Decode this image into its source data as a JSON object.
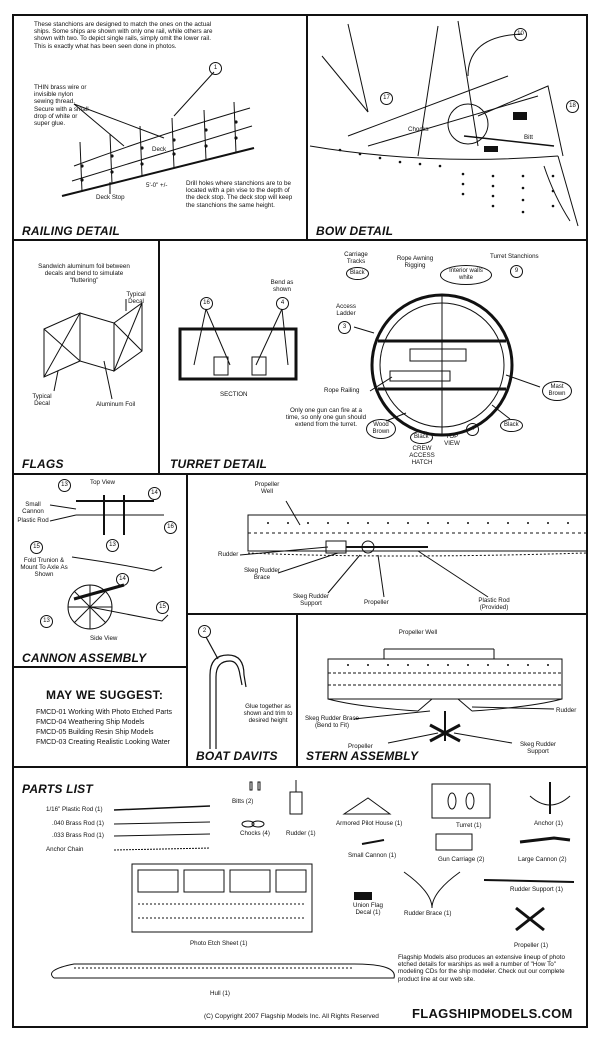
{
  "panels": {
    "railing": {
      "title": "RAILING  DETAIL",
      "intro": "These stanchions are designed to match the ones on the actual ships.  Some ships are shown with only one rail, while others are shown with two.  To depict single rails, simply omit the lower rail.  This is exactly what has been seen done in photos.",
      "thin_note": "THIN brass wire or invisible nylon sewing thread. Secure with a small drop of white or super glue.",
      "deck": "Deck",
      "deck_stop": "Deck Stop",
      "dimension": "5'-0\" +/-",
      "drill_note": "Drill holes where stanchions are to be located with a pin vise to the depth of the deck stop.  The deck stop will keep the stanchions the same height.",
      "callout": "1"
    },
    "bow": {
      "title": "BOW DETAIL",
      "chocks": "Chocks",
      "bitt": "Bitt",
      "callouts": [
        "10",
        "17",
        "18"
      ]
    },
    "flags": {
      "title": "FLAGS",
      "note": "Sandwich aluminum foil between decals and bend to simulate \"fluttering\"",
      "typical_decal_1": "Typical Decal",
      "typical_decal_2": "Typical Decal",
      "foil": "Aluminum Foil"
    },
    "turret": {
      "title": "TURRET DETAIL",
      "bend": "Bend as shown",
      "section": "SECTION",
      "carriage": "Carriage Tracks",
      "rope_awning": "Rope Awning Rigging",
      "interior": "Interior walls white",
      "stanchions": "Turret Stanchions",
      "access_ladder": "Access Ladder",
      "rope_railing": "Rope Railing",
      "mast": "Mast Brown",
      "wood": "Wood Brown",
      "black_1": "Black",
      "black_2": "Black",
      "black_3": "Black",
      "gun_note": "Only one gun can fire at a time, so only one gun should extend from the turret.",
      "top_view": "TOP VIEW",
      "crew_hatch": "CREW ACCESS HATCH",
      "callouts": [
        "16",
        "4",
        "3",
        "9",
        "4"
      ]
    },
    "cannon": {
      "title": "CANNON ASSEMBLY",
      "top_view": "Top View",
      "small_cannon": "Small Cannon",
      "plastic_rod": "Plastic Rod",
      "fold_note": "Fold Trunion & Mount To Axle As Shown",
      "side_view": "Side View",
      "callouts": [
        "13",
        "14",
        "16",
        "13",
        "15",
        "14",
        "13",
        "15"
      ]
    },
    "stern_top": {
      "propeller_well": "Propeller Well",
      "rudder": "Rudder",
      "skeg_brace": "Skeg Rudder Brace",
      "skeg_support": "Skeg Rudder Support",
      "propeller": "Propeller",
      "plastic_rod": "Plastic Rod (Provided)"
    },
    "suggest": {
      "title": "MAY WE SUGGEST:",
      "items": [
        "FMCD-01  Working With Photo Etched Parts",
        "FMCD-04  Weathering Ship Models",
        "FMCD-05  Building Resin Ship Models",
        "FMCD-03  Creating Realistic Looking Water"
      ]
    },
    "davits": {
      "title": "BOAT DAVITS",
      "note": "Glue together as shown and trim to desired height",
      "callout": "2"
    },
    "stern": {
      "title": "STERN ASSEMBLY",
      "propeller_well": "Propeller Well",
      "rudder": "Rudder",
      "skeg_brace": "Skeg Rudder Brace (Bend to Fit)",
      "propeller": "Propeller",
      "skeg_support": "Skeg Rudder Support"
    },
    "parts": {
      "title": "PARTS LIST",
      "plastic_rod": "1/16\" Plastic Rod (1)",
      "brass_040": ".040 Brass Rod  (1)",
      "brass_033": ".033 Brass Rod  (1)",
      "anchor_chain": "Anchor Chain",
      "bitts": "Bitts (2)",
      "chocks": "Chocks (4)",
      "rudder": "Rudder (1)",
      "pilot_house": "Armored Pilot House (1)",
      "turret": "Turret (1)",
      "anchor": "Anchor (1)",
      "small_cannon": "Small Cannon (1)",
      "gun_carriage": "Gun Carriage (2)",
      "large_cannon": "Large Cannon (2)",
      "rudder_support": "Rudder Support (1)",
      "photo_etch": "Photo Etch Sheet (1)",
      "union_flag": "Union Flag Decal (1)",
      "rudder_brace": "Rudder Brace (1)",
      "propeller": "Propeller (1)",
      "hull": "Hull (1)",
      "promo": "Flagship Models also produces an extensive lineup of photo etched details for warships as well a number of \"How To\" modeling CDs for the ship modeler.  Check out our complete product line at our web site."
    }
  },
  "footer": {
    "copyright": "(C)  Copyright 2007 Flagship Models Inc.  All Rights Reserved",
    "site": "FLAGSHIPMODELS.COM"
  }
}
